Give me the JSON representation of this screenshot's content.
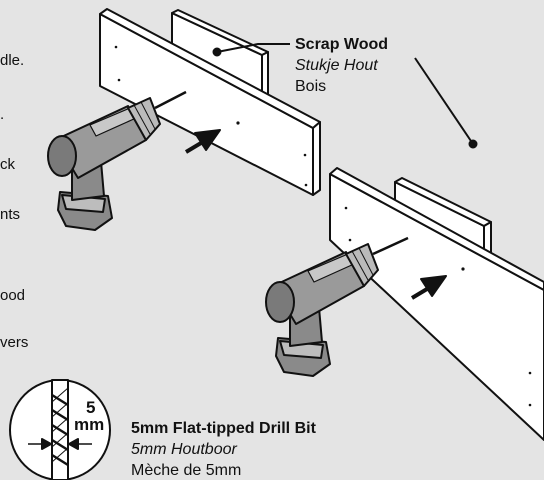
{
  "left_text_fragments": [
    "dle.",
    ".",
    "ck",
    "nts",
    "ood",
    "vers"
  ],
  "scrap_wood": {
    "en": "Scrap Wood",
    "nl": "Stukje Hout",
    "fr": "Bois"
  },
  "drill_bit": {
    "size_value": "5",
    "size_unit": "mm",
    "en": "5mm Flat-tipped Drill Bit",
    "nl": "5mm Houtboor",
    "fr": "Mèche de 5mm"
  },
  "colors": {
    "background": "#e4e4e4",
    "board": "#ffffff",
    "drill_body": "#8a8a8a",
    "drill_light": "#c8c8c8",
    "outline": "#111111"
  }
}
